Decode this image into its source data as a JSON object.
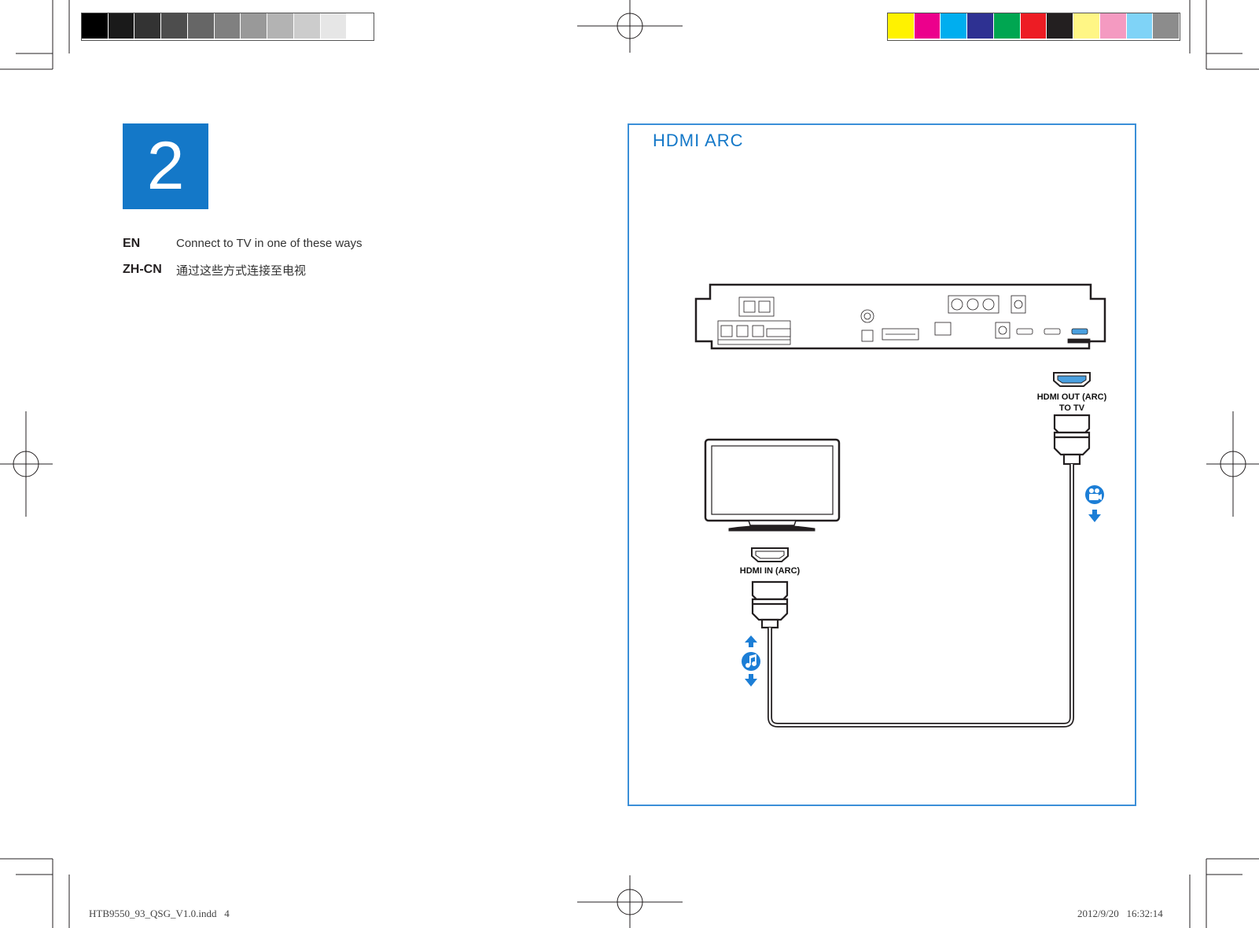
{
  "step": {
    "number": "2"
  },
  "instructions": [
    {
      "lang": "EN",
      "text": "Connect to TV in one of these ways"
    },
    {
      "lang": "ZH-CN",
      "text": "通过这些方式连接至电视"
    }
  ],
  "panel": {
    "title": "HDMI ARC",
    "tv_port_label": "HDMI IN (ARC)",
    "device_port_label_line1": "HDMI OUT (ARC)",
    "device_port_label_line2": "TO TV",
    "audio_icon": "music-note-icon",
    "video_icon": "video-camera-icon"
  },
  "footer": {
    "file": "HTB9550_93_QSG_V1.0.indd   4",
    "timestamp": "2012/9/20   16:32:14"
  },
  "colors": {
    "accent": "#1478c8",
    "gray_ramp": [
      "#000000",
      "#1a1a1a",
      "#333333",
      "#4d4d4d",
      "#666666",
      "#808080",
      "#999999",
      "#b3b3b3",
      "#cccccc",
      "#e6e6e6",
      "#ffffff"
    ],
    "color_bar": [
      "#fff200",
      "#ec008c",
      "#00aeef",
      "#2e3192",
      "#00a651",
      "#ed1c24",
      "#231f20",
      "#fff685",
      "#f49ac1",
      "#7fd3f7",
      "#8c8c8c"
    ]
  }
}
